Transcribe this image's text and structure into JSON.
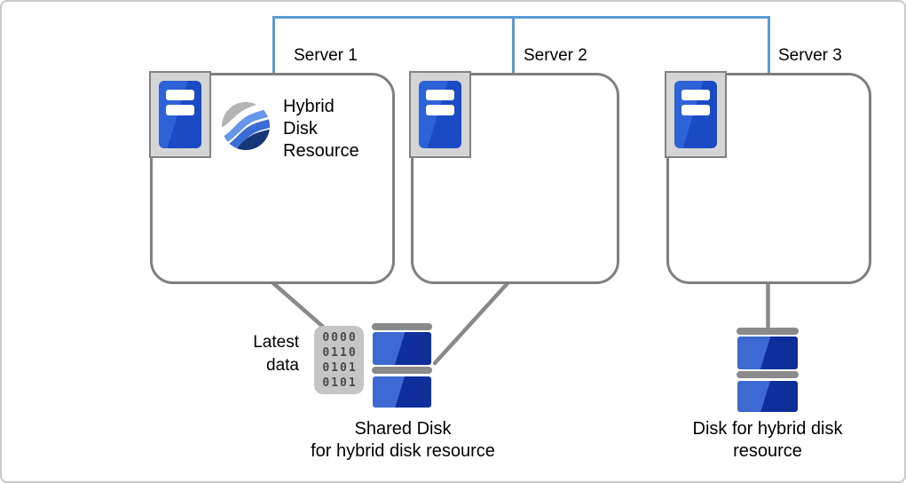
{
  "diagram": {
    "servers": [
      {
        "label": "Server 1"
      },
      {
        "label": "Server 2"
      },
      {
        "label": "Server 3"
      }
    ],
    "hybrid_resource_label": "Hybrid Disk Resource",
    "latest_data_label": "Latest data",
    "binary_rows": [
      "0000",
      "0110",
      "0101",
      "0101"
    ],
    "shared_disk_caption": "Shared Disk\nfor hybrid disk resource",
    "hybrid_disk_caption": "Disk for hybrid disk\nresource"
  },
  "colors": {
    "connector_blue": "#5b9bd5",
    "connector_gray": "#8a8a8a",
    "box_border": "#7f7f7f",
    "server_blue_light": "#2e63d8",
    "server_blue_dark": "#1a4bc4",
    "disk_blue_light": "#3c69d2",
    "disk_blue_dark": "#0e2f9a",
    "icon_gray_bg": "#c5c5c5",
    "wave_gray": "#b5b5b5",
    "wave_blue_light": "#6697ec",
    "wave_blue_mid": "#3a6cd6",
    "wave_blue_dark": "#153678"
  }
}
